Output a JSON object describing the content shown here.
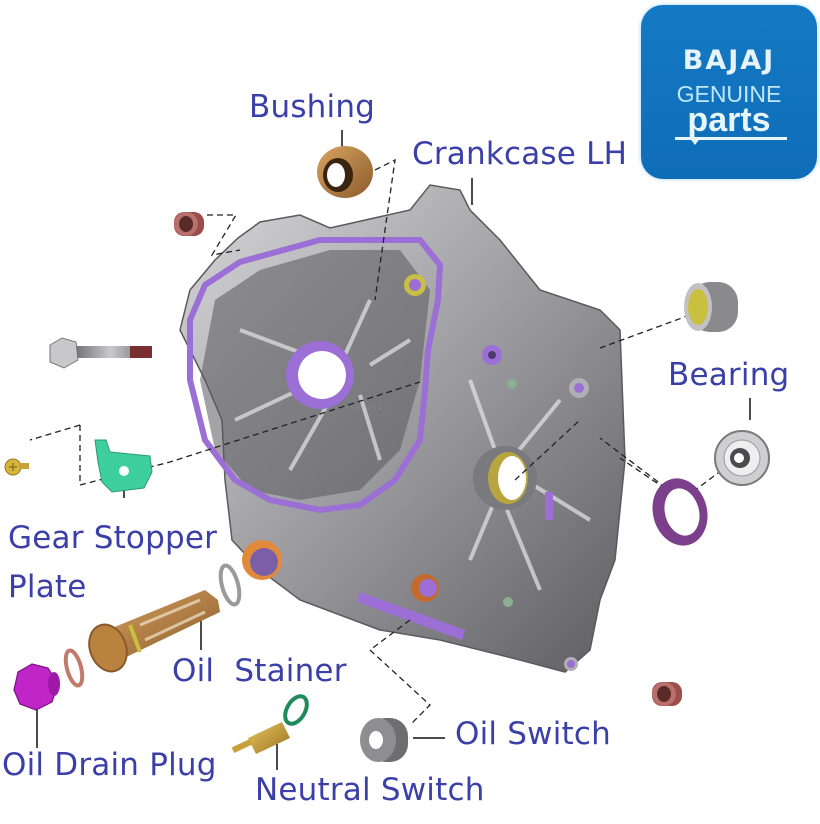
{
  "logo": {
    "brand": "BAJAJ",
    "line2": "GENUINE",
    "line3": "parts",
    "background": "#1479c4",
    "text_color": "#e6f4fb"
  },
  "label_color": "#3b3fa8",
  "diagram": {
    "title": "Crankcase LH exploded parts diagram",
    "labels": {
      "bushing": "Bushing",
      "crankcase": "Crankcase LH",
      "bearing": "Bearing",
      "gear_stopper_line1": "Gear Stopper",
      "gear_stopper_line2": "Plate",
      "oil_strainer": "Oil  Stainer",
      "oil_drain_plug": "Oil Drain Plug",
      "neutral_switch": "Neutral Switch",
      "oil_switch": "Oil Switch"
    },
    "part_colors": {
      "crankcase": "#a8a8ab",
      "gasket": "#9b6fd6",
      "bushing": "#b9823f",
      "small_bushing": "#9a4d4a",
      "seal": "#7b3f8c",
      "gear_stopper": "#3ecf9f",
      "drain_plug": "#c025c8",
      "strainer": "#a9683a",
      "neutral_switch": "#c9a13a",
      "o_ring": "#1f8a5a",
      "oil_switch": "#7a7a7a",
      "screw": "#d6b63a"
    }
  }
}
